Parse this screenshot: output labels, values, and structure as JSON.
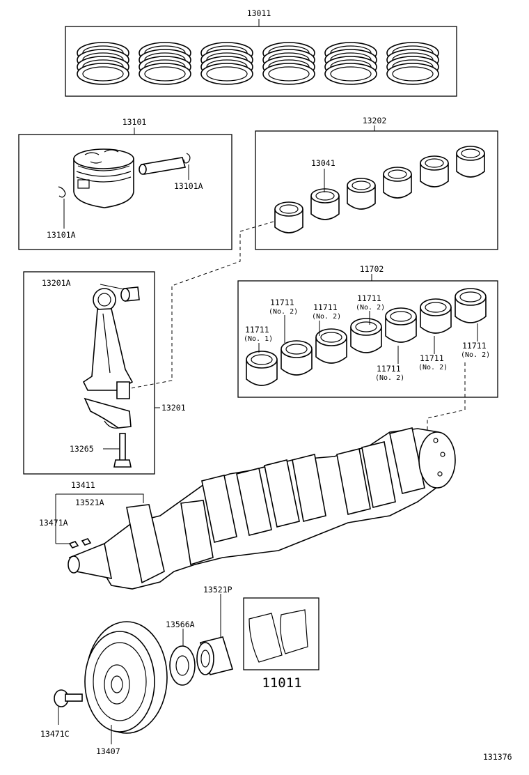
{
  "labels": {
    "rings_set": "13011",
    "piston_sub_assy": "13101",
    "snap_ring_right": "13101A",
    "snap_ring_left": "13101A",
    "rod_bearing_set": "13202",
    "rod_bearing": "13041",
    "rod_bushing": "13201A",
    "connecting_rod": "13201",
    "rod_bolt": "13265",
    "main_bearing_set": "11702",
    "main_bearing_1": "11711",
    "main_bearing_1_note": "(No. 1)",
    "main_bearing_2": "11711",
    "main_bearing_2_note": "(No. 2)",
    "main_bearing_3": "11711",
    "main_bearing_3_note": "(No. 2)",
    "main_bearing_4": "11711",
    "main_bearing_4_note": "(No. 2)",
    "main_bearing_5": "11711",
    "main_bearing_5_note": "(No. 2)",
    "main_bearing_6": "11711",
    "main_bearing_6_note": "(No. 2)",
    "main_bearing_7": "11711",
    "main_bearing_7_note": "(No. 2)",
    "crankshaft": "13411",
    "crank_pin": "13521A",
    "crank_key": "13471A",
    "timing_gear": "13521P",
    "oil_slinger": "13566A",
    "gasket_kit": "11011",
    "pulley_bolt": "13471C",
    "crank_pulley": "13407",
    "diagram_id": "131376"
  }
}
